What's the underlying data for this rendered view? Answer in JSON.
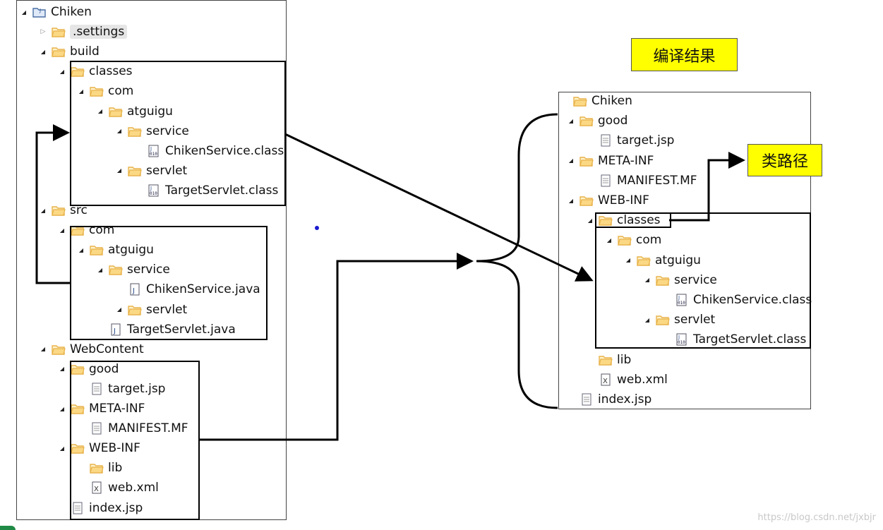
{
  "left_tree": [
    {
      "label": "Chiken",
      "icon": "project-icon",
      "toggle": "open"
    },
    {
      "label": ".settings",
      "icon": "folder-icon",
      "toggle": "closed",
      "highlighted": true
    },
    {
      "label": "build",
      "icon": "folder-icon",
      "toggle": "open"
    },
    {
      "label": "classes",
      "icon": "folder-icon",
      "toggle": "open"
    },
    {
      "label": "com",
      "icon": "folder-icon",
      "toggle": "open"
    },
    {
      "label": "atguigu",
      "icon": "folder-icon",
      "toggle": "open"
    },
    {
      "label": "service",
      "icon": "folder-icon",
      "toggle": "open"
    },
    {
      "label": "ChikenService.class",
      "icon": "class-file-icon",
      "toggle": "none"
    },
    {
      "label": "servlet",
      "icon": "folder-icon",
      "toggle": "open"
    },
    {
      "label": "TargetServlet.class",
      "icon": "class-file-icon",
      "toggle": "none"
    },
    {
      "label": "src",
      "icon": "folder-icon",
      "toggle": "open"
    },
    {
      "label": "com",
      "icon": "folder-icon",
      "toggle": "open"
    },
    {
      "label": "atguigu",
      "icon": "folder-icon",
      "toggle": "open"
    },
    {
      "label": "service",
      "icon": "folder-icon",
      "toggle": "open"
    },
    {
      "label": "ChikenService.java",
      "icon": "java-file-icon",
      "toggle": "none"
    },
    {
      "label": "servlet",
      "icon": "folder-icon",
      "toggle": "open"
    },
    {
      "label": "TargetServlet.java",
      "icon": "java-file-icon",
      "toggle": "none"
    },
    {
      "label": "WebContent",
      "icon": "folder-icon",
      "toggle": "open"
    },
    {
      "label": "good",
      "icon": "folder-icon",
      "toggle": "open"
    },
    {
      "label": "target.jsp",
      "icon": "page-file-icon",
      "toggle": "none"
    },
    {
      "label": "META-INF",
      "icon": "folder-icon",
      "toggle": "open"
    },
    {
      "label": "MANIFEST.MF",
      "icon": "page-file-icon",
      "toggle": "none"
    },
    {
      "label": "WEB-INF",
      "icon": "folder-icon",
      "toggle": "open"
    },
    {
      "label": "lib",
      "icon": "folder-icon",
      "toggle": "none"
    },
    {
      "label": "web.xml",
      "icon": "xml-file-icon",
      "toggle": "none"
    },
    {
      "label": "index.jsp",
      "icon": "page-file-icon",
      "toggle": "none"
    }
  ],
  "right_tree": [
    {
      "label": "Chiken",
      "icon": "folder-icon",
      "toggle": "none"
    },
    {
      "label": "good",
      "icon": "folder-icon",
      "toggle": "open"
    },
    {
      "label": "target.jsp",
      "icon": "page-file-icon",
      "toggle": "none"
    },
    {
      "label": "META-INF",
      "icon": "folder-icon",
      "toggle": "open"
    },
    {
      "label": "MANIFEST.MF",
      "icon": "page-file-icon",
      "toggle": "none"
    },
    {
      "label": "WEB-INF",
      "icon": "folder-icon",
      "toggle": "open"
    },
    {
      "label": "classes",
      "icon": "folder-icon",
      "toggle": "open"
    },
    {
      "label": "com",
      "icon": "folder-icon",
      "toggle": "open"
    },
    {
      "label": "atguigu",
      "icon": "folder-icon",
      "toggle": "open"
    },
    {
      "label": "service",
      "icon": "folder-icon",
      "toggle": "open"
    },
    {
      "label": "ChikenService.class",
      "icon": "class-file-icon",
      "toggle": "none"
    },
    {
      "label": "servlet",
      "icon": "folder-icon",
      "toggle": "open"
    },
    {
      "label": "TargetServlet.class",
      "icon": "class-file-icon",
      "toggle": "none"
    },
    {
      "label": "lib",
      "icon": "folder-icon",
      "toggle": "none"
    },
    {
      "label": "web.xml",
      "icon": "xml-file-icon",
      "toggle": "none"
    },
    {
      "label": "index.jsp",
      "icon": "page-file-icon",
      "toggle": "none"
    }
  ],
  "labels": {
    "compile_result": "编译结果",
    "classpath": "类路径"
  },
  "watermark": "https://blog.csdn.net/jxbjr",
  "colors": {
    "tag_bg": "#ffff00",
    "folder": "#e8b24a",
    "box_border": "#000000"
  }
}
